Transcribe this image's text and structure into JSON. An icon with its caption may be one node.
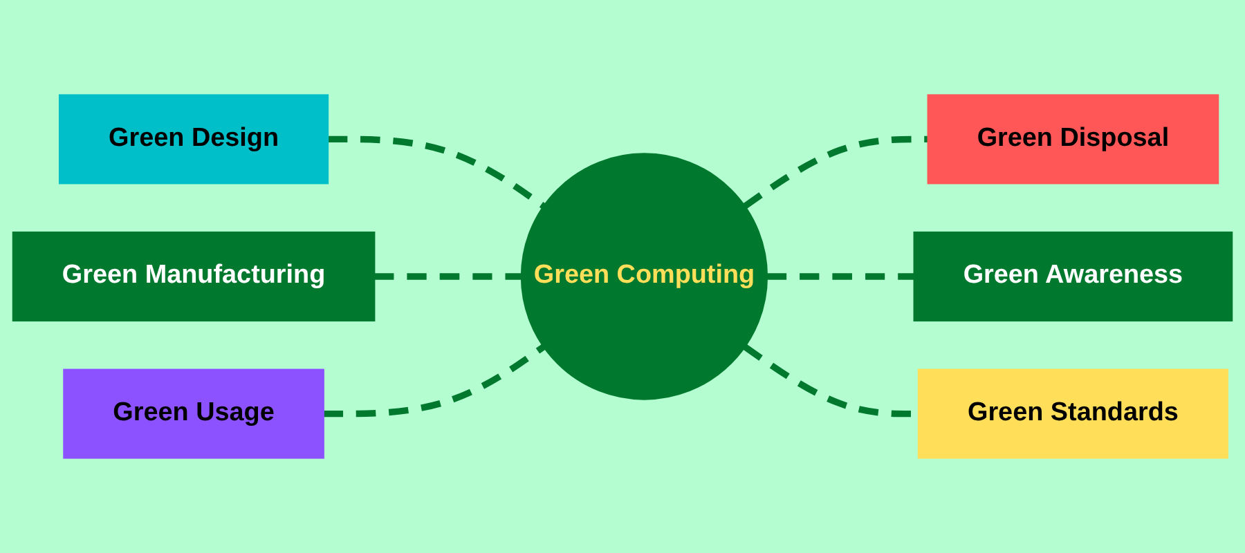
{
  "diagram": {
    "nodes": [
      {
        "text": [
          "Green Design"
        ]
      },
      {
        "text": [
          "Green Disposal"
        ]
      },
      {
        "text": [
          "Green Manufacturing"
        ]
      },
      {
        "text": [
          "Green Computing"
        ]
      },
      {
        "text": [
          "Green Awareness"
        ]
      },
      {
        "text": [
          "Green Usage"
        ]
      },
      {
        "text": [
          "Green Standards"
        ]
      }
    ],
    "edges": [
      {
        "from": 0,
        "to": 3,
        "arrow": "none",
        "style": "dashed"
      },
      {
        "from": 3,
        "to": 1,
        "arrow": "none",
        "style": "dashed"
      },
      {
        "from": 2,
        "to": 3,
        "arrow": "none",
        "style": "dashed"
      },
      {
        "from": 3,
        "to": 4,
        "arrow": "none",
        "style": "dashed"
      },
      {
        "from": 5,
        "to": 3,
        "arrow": "none",
        "style": "dashed"
      },
      {
        "from": 3,
        "to": 6,
        "arrow": "none",
        "style": "dashed"
      }
    ]
  }
}
